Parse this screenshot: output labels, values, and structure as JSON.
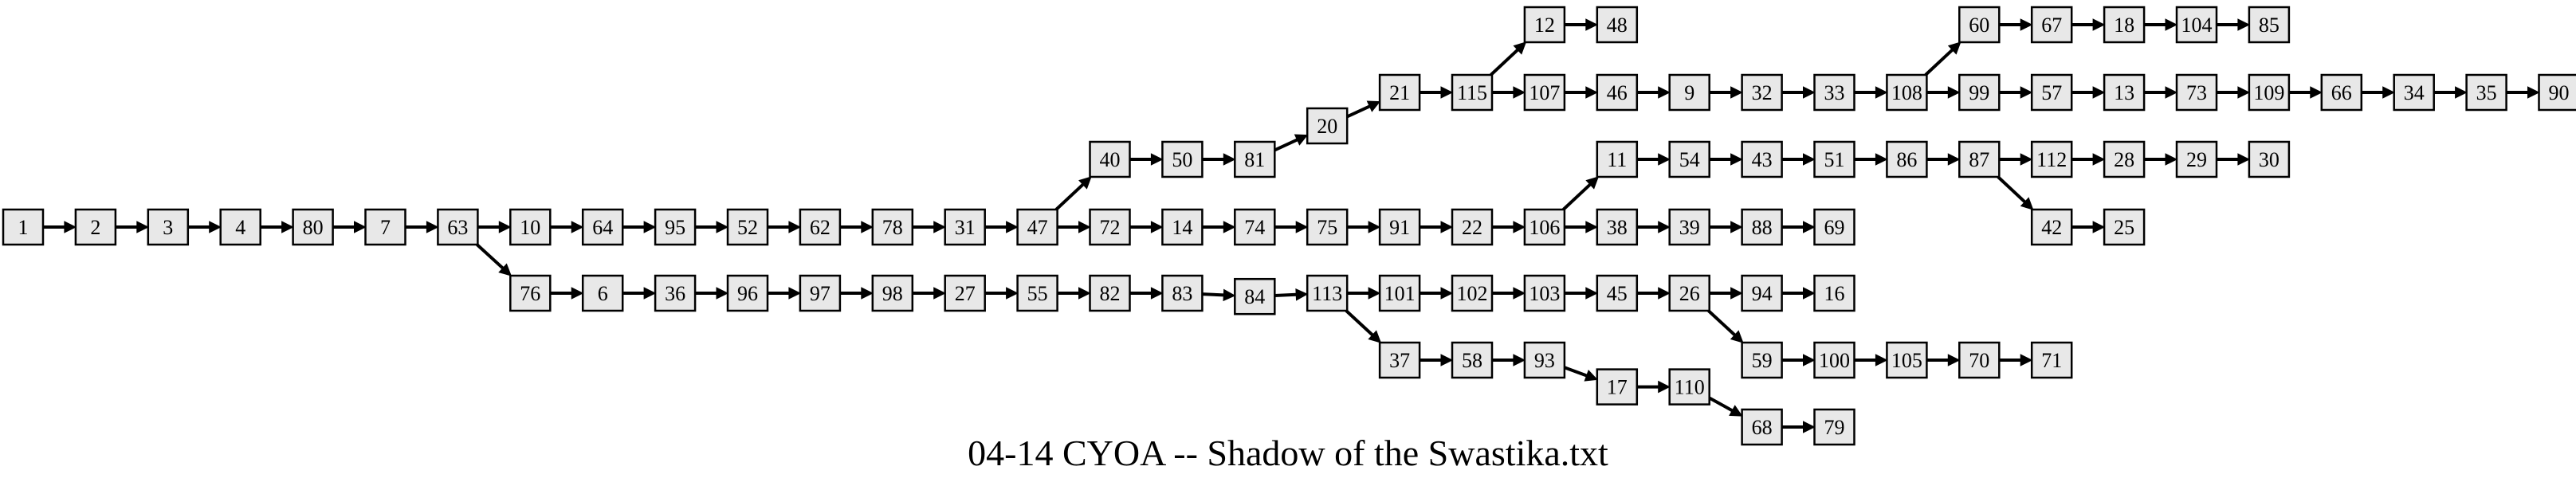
{
  "title": "04-14 CYOA -- Shadow of the Swastika.txt",
  "colors": {
    "node_fill": "#e8e8e8",
    "node_stroke": "#000000",
    "edge": "#000000",
    "background": "#ffffff"
  },
  "nodes": [
    "1",
    "2",
    "3",
    "4",
    "80",
    "7",
    "63",
    "10",
    "76",
    "64",
    "95",
    "52",
    "62",
    "78",
    "31",
    "47",
    "40",
    "72",
    "50",
    "81",
    "20",
    "21",
    "115",
    "12",
    "48",
    "107",
    "46",
    "9",
    "32",
    "33",
    "108",
    "60",
    "67",
    "18",
    "104",
    "85",
    "99",
    "57",
    "13",
    "73",
    "109",
    "66",
    "34",
    "35",
    "90",
    "14",
    "74",
    "75",
    "91",
    "22",
    "106",
    "11",
    "54",
    "43",
    "51",
    "86",
    "87",
    "112",
    "28",
    "29",
    "30",
    "42",
    "25",
    "38",
    "39",
    "88",
    "69",
    "6",
    "36",
    "96",
    "97",
    "98",
    "27",
    "55",
    "82",
    "83",
    "84",
    "113",
    "101",
    "102",
    "103",
    "45",
    "26",
    "94",
    "16",
    "59",
    "100",
    "105",
    "70",
    "71",
    "37",
    "58",
    "93",
    "17",
    "110",
    "68",
    "79"
  ],
  "edges": [
    [
      "1",
      "2"
    ],
    [
      "2",
      "3"
    ],
    [
      "3",
      "4"
    ],
    [
      "4",
      "80"
    ],
    [
      "80",
      "7"
    ],
    [
      "7",
      "63"
    ],
    [
      "63",
      "10"
    ],
    [
      "63",
      "76"
    ],
    [
      "10",
      "64"
    ],
    [
      "64",
      "95"
    ],
    [
      "95",
      "52"
    ],
    [
      "52",
      "62"
    ],
    [
      "62",
      "78"
    ],
    [
      "78",
      "31"
    ],
    [
      "31",
      "47"
    ],
    [
      "47",
      "40"
    ],
    [
      "47",
      "72"
    ],
    [
      "40",
      "50"
    ],
    [
      "50",
      "81"
    ],
    [
      "81",
      "20"
    ],
    [
      "20",
      "21"
    ],
    [
      "21",
      "115"
    ],
    [
      "115",
      "12"
    ],
    [
      "115",
      "107"
    ],
    [
      "12",
      "48"
    ],
    [
      "107",
      "46"
    ],
    [
      "46",
      "9"
    ],
    [
      "9",
      "32"
    ],
    [
      "32",
      "33"
    ],
    [
      "33",
      "108"
    ],
    [
      "108",
      "60"
    ],
    [
      "108",
      "99"
    ],
    [
      "60",
      "67"
    ],
    [
      "67",
      "18"
    ],
    [
      "18",
      "104"
    ],
    [
      "104",
      "85"
    ],
    [
      "99",
      "57"
    ],
    [
      "57",
      "13"
    ],
    [
      "13",
      "73"
    ],
    [
      "73",
      "109"
    ],
    [
      "109",
      "66"
    ],
    [
      "66",
      "34"
    ],
    [
      "34",
      "35"
    ],
    [
      "35",
      "90"
    ],
    [
      "72",
      "14"
    ],
    [
      "14",
      "74"
    ],
    [
      "74",
      "75"
    ],
    [
      "75",
      "91"
    ],
    [
      "91",
      "22"
    ],
    [
      "22",
      "106"
    ],
    [
      "106",
      "11"
    ],
    [
      "106",
      "38"
    ],
    [
      "11",
      "54"
    ],
    [
      "54",
      "43"
    ],
    [
      "43",
      "51"
    ],
    [
      "51",
      "86"
    ],
    [
      "86",
      "87"
    ],
    [
      "87",
      "112"
    ],
    [
      "87",
      "42"
    ],
    [
      "112",
      "28"
    ],
    [
      "28",
      "29"
    ],
    [
      "29",
      "30"
    ],
    [
      "42",
      "25"
    ],
    [
      "38",
      "39"
    ],
    [
      "39",
      "88"
    ],
    [
      "88",
      "69"
    ],
    [
      "76",
      "6"
    ],
    [
      "6",
      "36"
    ],
    [
      "36",
      "96"
    ],
    [
      "96",
      "97"
    ],
    [
      "97",
      "98"
    ],
    [
      "98",
      "27"
    ],
    [
      "27",
      "55"
    ],
    [
      "55",
      "82"
    ],
    [
      "82",
      "83"
    ],
    [
      "83",
      "84"
    ],
    [
      "84",
      "113"
    ],
    [
      "113",
      "101"
    ],
    [
      "113",
      "37"
    ],
    [
      "101",
      "102"
    ],
    [
      "102",
      "103"
    ],
    [
      "103",
      "45"
    ],
    [
      "45",
      "26"
    ],
    [
      "26",
      "94"
    ],
    [
      "26",
      "59"
    ],
    [
      "94",
      "16"
    ],
    [
      "59",
      "100"
    ],
    [
      "100",
      "105"
    ],
    [
      "105",
      "70"
    ],
    [
      "70",
      "71"
    ],
    [
      "37",
      "58"
    ],
    [
      "58",
      "93"
    ],
    [
      "93",
      "17"
    ],
    [
      "17",
      "110"
    ],
    [
      "110",
      "68"
    ],
    [
      "68",
      "79"
    ]
  ]
}
